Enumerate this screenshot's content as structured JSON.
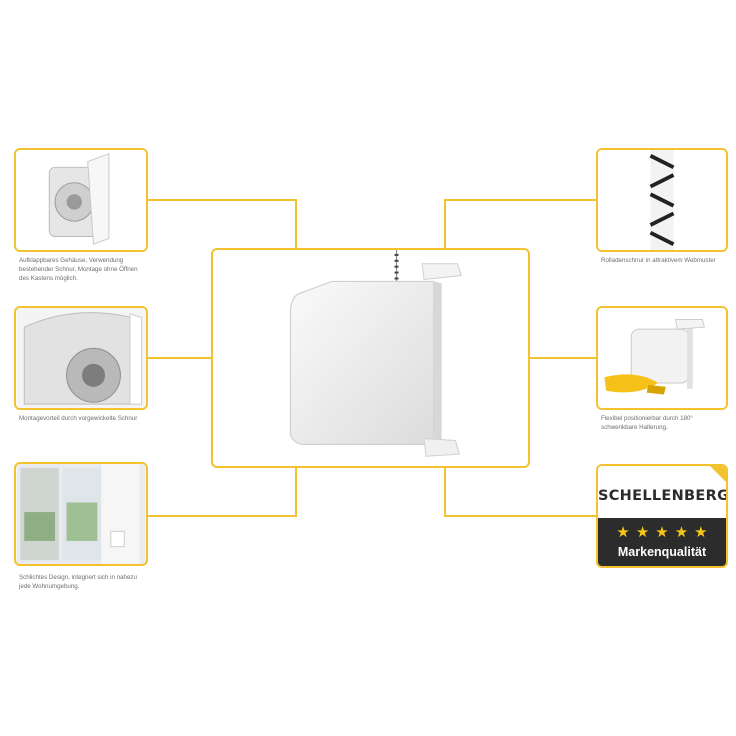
{
  "captions": {
    "housing": "Aufklappbares Gehäuse, Verwendung bestehender Schnur, Montage ohne Öffnen des Kastens möglich.",
    "cord_feed": "Montagevorteil durch vorgewickelte Schnur",
    "design": "Schlichtes Design, integriert sich in nahezu jede Wohnumgebung.",
    "cord": "Rolladenschnur in attraktivem Webmuster",
    "bracket": "Flexibel positionierbar durch 180° schwenkbare Halterung."
  },
  "badge": {
    "brand": "SCHELLENBERG",
    "stars": "★★★★★",
    "quality": "Markenqualität"
  },
  "colors": {
    "frame": "#f2c230",
    "connector": "#f2c230",
    "caption_text": "#6f6f6f",
    "badge_dark": "#2c2c2c",
    "star": "#f5c518"
  }
}
